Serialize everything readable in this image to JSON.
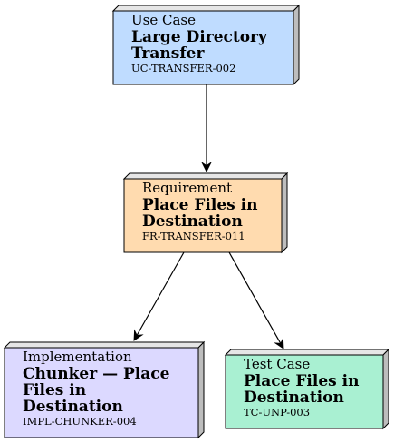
{
  "nodes": {
    "use_case": {
      "type_label": "Use Case",
      "title_lines": [
        "Large Directory",
        "Transfer"
      ],
      "id": "UC-TRANSFER-002",
      "fill": "#bfdcff"
    },
    "requirement": {
      "type_label": "Requirement",
      "title_lines": [
        "Place Files in",
        "Destination"
      ],
      "id": "FR-TRANSFER-011",
      "fill": "#ffdbaf"
    },
    "implementation": {
      "type_label": "Implementation",
      "title_lines": [
        "Chunker — Place",
        "Files in",
        "Destination"
      ],
      "id": "IMPL-CHUNKER-004",
      "fill": "#dcd9ff"
    },
    "test_case": {
      "type_label": "Test Case",
      "title_lines": [
        "Place Files in",
        "Destination"
      ],
      "id": "TC-UNP-003",
      "fill": "#a9f0d2"
    }
  },
  "edges": [
    {
      "from": "use_case",
      "to": "requirement"
    },
    {
      "from": "requirement",
      "to": "implementation"
    },
    {
      "from": "requirement",
      "to": "test_case"
    }
  ]
}
